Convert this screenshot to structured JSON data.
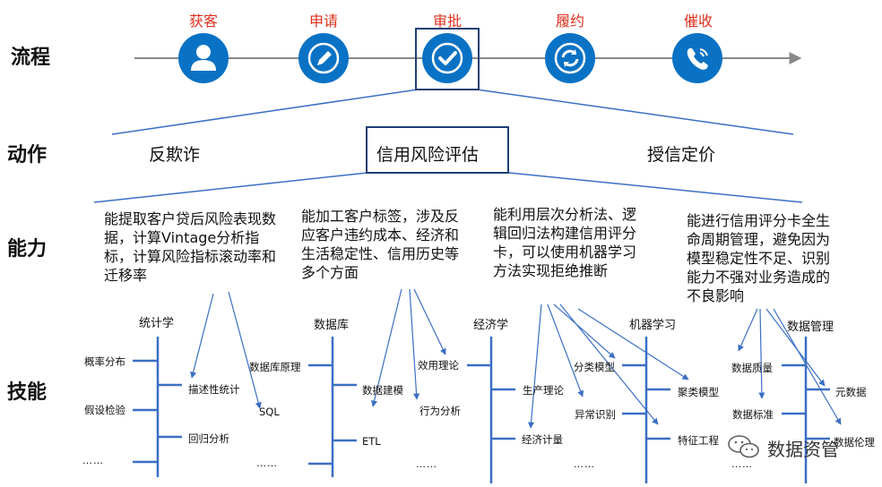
{
  "row_labels": {
    "process": "流程",
    "action": "动作",
    "capability": "能力",
    "skill": "技能"
  },
  "process_steps": [
    {
      "label": "获客",
      "icon": "person-icon"
    },
    {
      "label": "申请",
      "icon": "pencil-icon"
    },
    {
      "label": "审批",
      "icon": "check-icon"
    },
    {
      "label": "履约",
      "icon": "refresh-icon"
    },
    {
      "label": "催收",
      "icon": "phone-icon"
    }
  ],
  "actions": [
    "反欺诈",
    "信用风险评估",
    "授信定价"
  ],
  "capabilities": [
    "能提取客户贷后风险表现数据，计算Vintage分析指标，计算风险指标滚动率和迁移率",
    "能加工客户标签，涉及反应客户违约成本、经济和生活稳定性、信用历史等多个方面",
    "能利用层次分析法、逻辑回归法构建信用评分卡，可以使用机器学习方法实现拒绝推断",
    "能进行信用评分卡全生命周期管理，避免因为模型稳定性不足、识别能力不强对业务造成的不良影响"
  ],
  "skill_groups": {
    "stats": {
      "title": "统计学",
      "items": [
        "概率分布",
        "描述性统计",
        "假设检验",
        "SQL",
        "回归分析"
      ],
      "more": "……"
    },
    "db": {
      "title": "数据库",
      "items": [
        "数据库原理",
        "数据建模",
        "效用理论",
        "行为分析",
        "ETL"
      ],
      "more": "……"
    },
    "econ": {
      "title": "经济学",
      "items": [
        "生产理论",
        "经济计量"
      ],
      "more": "……"
    },
    "ml": {
      "title": "机器学习",
      "items": [
        "分类模型",
        "异常识别",
        "聚类模型",
        "特征工程"
      ],
      "more": "……"
    },
    "dm": {
      "title": "数据管理",
      "items": [
        "数据质量",
        "元数据",
        "数据标准",
        "数据伦理"
      ],
      "more": "……"
    }
  },
  "watermark": "数据资管",
  "colors": {
    "accent_red": "#e0301e",
    "icon_blue": "#0a72c4",
    "line_blue": "#3b6fc4",
    "box_navy": "#1f3f73"
  }
}
